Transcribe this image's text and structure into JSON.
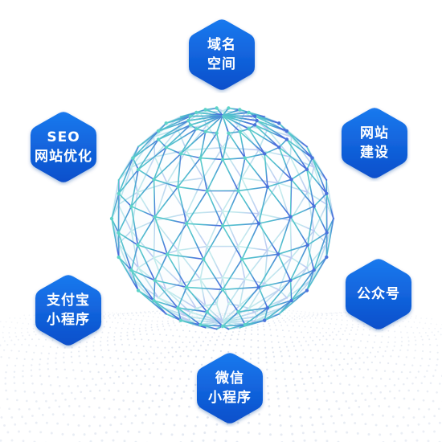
{
  "colors": {
    "hex_top": "#1a79ee",
    "hex_bottom": "#0a4fcb",
    "sphere_teal": "#5ed3c9",
    "sphere_blue": "#4a74dc",
    "dots": "#b9c6dc"
  },
  "nodes": [
    {
      "id": "domain-space",
      "lines": [
        "域名",
        "空间"
      ]
    },
    {
      "id": "seo-optimization",
      "lines": [
        "SEO",
        "网站优化"
      ]
    },
    {
      "id": "website-building",
      "lines": [
        "网站",
        "建设"
      ]
    },
    {
      "id": "alipay-miniprogram",
      "lines": [
        "支付宝",
        "小程序"
      ]
    },
    {
      "id": "official-account",
      "lines": [
        "公众号"
      ]
    },
    {
      "id": "wechat-miniprogram",
      "lines": [
        "微信",
        "小程序"
      ]
    }
  ]
}
